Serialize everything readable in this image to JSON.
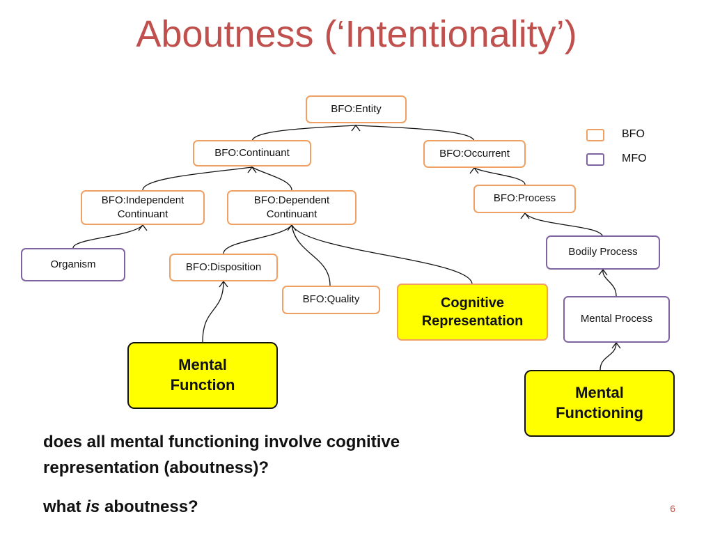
{
  "title": "Aboutness (‘Intentionality’)",
  "legend": {
    "bfo_label": "BFO",
    "mfo_label": "MFO",
    "bfo_color": "#f0a062",
    "mfo_color": "#8064a2"
  },
  "nodes": {
    "entity": "BFO:Entity",
    "continuant": "BFO:Continuant",
    "occurrent": "BFO:Occurrent",
    "independent_line1": "BFO:Independent",
    "independent_line2": "Continuant",
    "dependent_line1": "BFO:Dependent",
    "dependent_line2": "Continuant",
    "process": "BFO:Process",
    "organism": "Organism",
    "disposition": "BFO:Disposition",
    "quality": "BFO:Quality",
    "cognitive_line1": "Cognitive",
    "cognitive_line2": "Representation",
    "bodily_process": "Bodily Process",
    "mental_process": "Mental Process",
    "mental_function_line1": "Mental",
    "mental_function_line2": "Function",
    "mental_functioning_line1": "Mental",
    "mental_functioning_line2": "Functioning"
  },
  "questions": {
    "q1_line1": "does all mental functioning involve cognitive",
    "q1_line2": "representation (aboutness)?",
    "q2_prefix": "what ",
    "q2_italic": "is",
    "q2_suffix": " aboutness?"
  },
  "page_number": "6",
  "colors": {
    "title": "#c0504d",
    "highlight": "#ffff00"
  }
}
